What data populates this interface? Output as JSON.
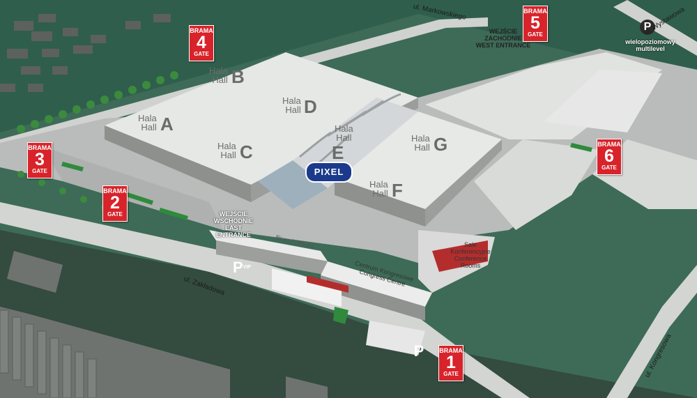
{
  "halls": {
    "a": {
      "line1": "Hala",
      "line2": "Hall",
      "letter": "A"
    },
    "b": {
      "line1": "Hala",
      "line2": "Hall",
      "letter": "B"
    },
    "c": {
      "line1": "Hala",
      "line2": "Hall",
      "letter": "C"
    },
    "d": {
      "line1": "Hala",
      "line2": "Hall",
      "letter": "D"
    },
    "e": {
      "line1": "Hala",
      "line2": "Hall",
      "letter": "E"
    },
    "f": {
      "line1": "Hala",
      "line2": "Hall",
      "letter": "F"
    },
    "g": {
      "line1": "Hala",
      "line2": "Hall",
      "letter": "G"
    }
  },
  "gates": [
    {
      "top": "BRAMA",
      "num": "1",
      "bottom": "GATE"
    },
    {
      "top": "BRAMA",
      "num": "2",
      "bottom": "GATE"
    },
    {
      "top": "BRAMA",
      "num": "3",
      "bottom": "GATE"
    },
    {
      "top": "BRAMA",
      "num": "4",
      "bottom": "GATE"
    },
    {
      "top": "BRAMA",
      "num": "5",
      "bottom": "GATE"
    },
    {
      "top": "BRAMA",
      "num": "6",
      "bottom": "GATE"
    }
  ],
  "entrances": {
    "west": {
      "line1": "WEJŚCIE",
      "line2": "ZACHODNIE",
      "line3": "WEST ENTRANCE"
    },
    "east": {
      "line1": "WEJŚCIE",
      "line2": "WSCHODNIE",
      "line3": "EAST",
      "line4": "ENTRANCE"
    }
  },
  "buildings": {
    "offices": "Biura / Offices",
    "congress_line1": "Centrum Kongresowe",
    "congress_line2": "Congress Centre",
    "conf_line1": "Sale",
    "conf_line2": "Konferencyjne",
    "conf_line3": "Conference",
    "conf_line4": "Rooms"
  },
  "parking": {
    "multilevel_symbol": "P",
    "multilevel_line1": "wielopoziomowy",
    "multilevel_line2": "multilevel",
    "vip_symbol": "P",
    "vip_label": "VIP",
    "disabled_symbol": "P"
  },
  "streets": {
    "markowskiego": "ul. Markowskiego",
    "wystawowa": "ul. Wystawowa",
    "zakladowa": "ul. Zakładowa",
    "kongresowa": "ul. Kongresowa"
  },
  "logo": "PIXEL"
}
